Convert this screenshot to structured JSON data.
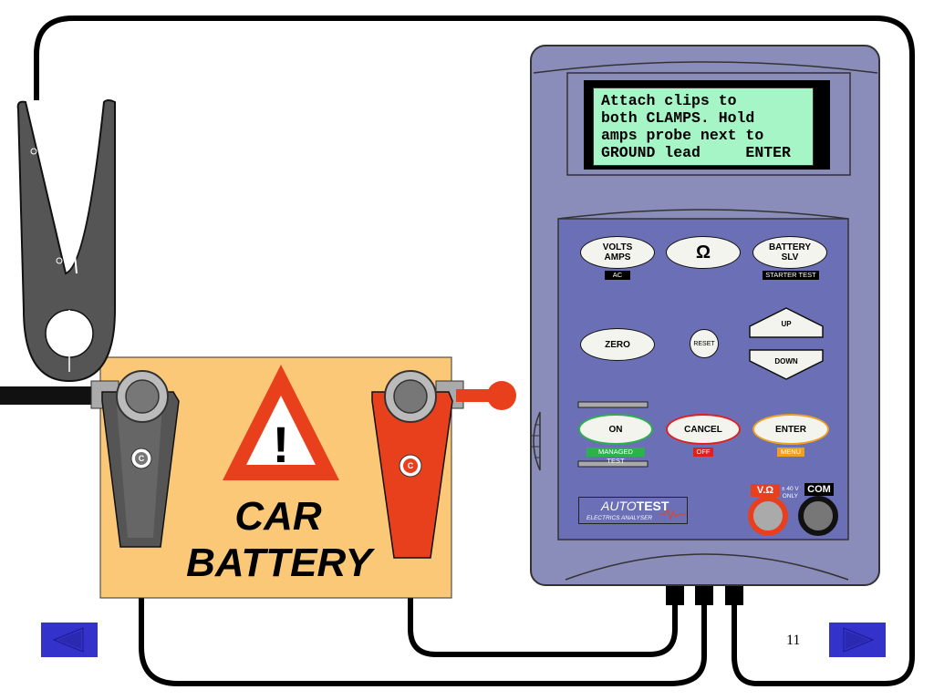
{
  "display": {
    "lines": [
      "Attach clips to",
      "both CLAMPS. Hold",
      "amps probe next to",
      "GROUND lead     ENTER"
    ]
  },
  "buttons": {
    "volts_amps": "VOLTS\nAMPS",
    "ohm": "Ω",
    "battery_slv": "BATTERY\nSLV",
    "zero": "ZERO",
    "reset": "RESET",
    "up": "UP",
    "down": "DOWN",
    "on": "ON",
    "cancel": "CANCEL",
    "enter": "ENTER"
  },
  "tags": {
    "ac": "AC",
    "starter_test": "STARTER TEST",
    "managed_test": "MANAGED TEST",
    "off": "OFF",
    "menu": "MENU"
  },
  "sockets": {
    "v_ohm": "V.Ω",
    "voltage_note_1": "± 40 V",
    "voltage_note_2": "ONLY",
    "com": "COM"
  },
  "brand": {
    "name_italic": "AUTO",
    "name_bold": "TEST",
    "subtitle": "ELECTRICS ANALYSER"
  },
  "battery": {
    "line1": "CAR",
    "line2": "BATTERY",
    "warning_symbol": "!"
  },
  "clamps": {
    "black_label": "C",
    "red_label": "C"
  },
  "page": {
    "number": "11"
  },
  "colors": {
    "device_body": "#8a8cba",
    "device_panel": "#6a6fb6",
    "lcd": "#a6f5c6",
    "battery": "#fbc878",
    "warning": "#e8401c",
    "red_clamp": "#e8401c",
    "black_clamp": "#555555",
    "nav": "#3333cc"
  }
}
